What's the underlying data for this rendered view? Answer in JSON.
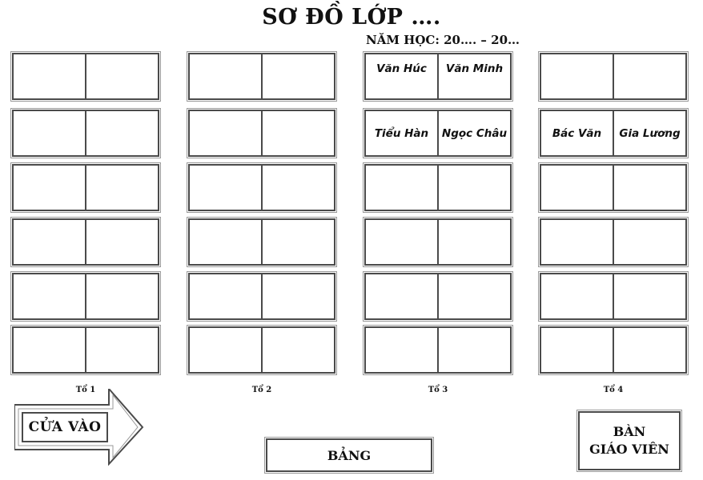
{
  "title": "SƠ ĐỒ LỚP ….",
  "subtitle": "NĂM HỌC: 20…. – 20…",
  "groups": [
    {
      "label": "Tổ 1",
      "rows": [
        [
          "",
          ""
        ],
        [
          "",
          ""
        ],
        [
          "",
          ""
        ],
        [
          "",
          ""
        ],
        [
          "",
          ""
        ],
        [
          "",
          ""
        ]
      ]
    },
    {
      "label": "Tổ 2",
      "rows": [
        [
          "",
          ""
        ],
        [
          "",
          ""
        ],
        [
          "",
          ""
        ],
        [
          "",
          ""
        ],
        [
          "",
          ""
        ],
        [
          "",
          ""
        ]
      ]
    },
    {
      "label": "Tổ 3",
      "rows": [
        [
          "Văn Húc",
          "Văn Minh"
        ],
        [
          "Tiểu Hàn",
          "Ngọc Châu"
        ],
        [
          "",
          ""
        ],
        [
          "",
          ""
        ],
        [
          "",
          ""
        ],
        [
          "",
          ""
        ]
      ]
    },
    {
      "label": "Tổ 4",
      "rows": [
        [
          "",
          ""
        ],
        [
          "Bác Văn",
          "Gia Lương"
        ],
        [
          "",
          ""
        ],
        [
          "",
          ""
        ],
        [
          "",
          ""
        ],
        [
          "",
          ""
        ]
      ]
    }
  ],
  "door_label": "CỬA VÀO",
  "board_label": "BẢNG",
  "teacher_desk": {
    "line1": "BÀN",
    "line2": "GIÁO VIÊN"
  }
}
